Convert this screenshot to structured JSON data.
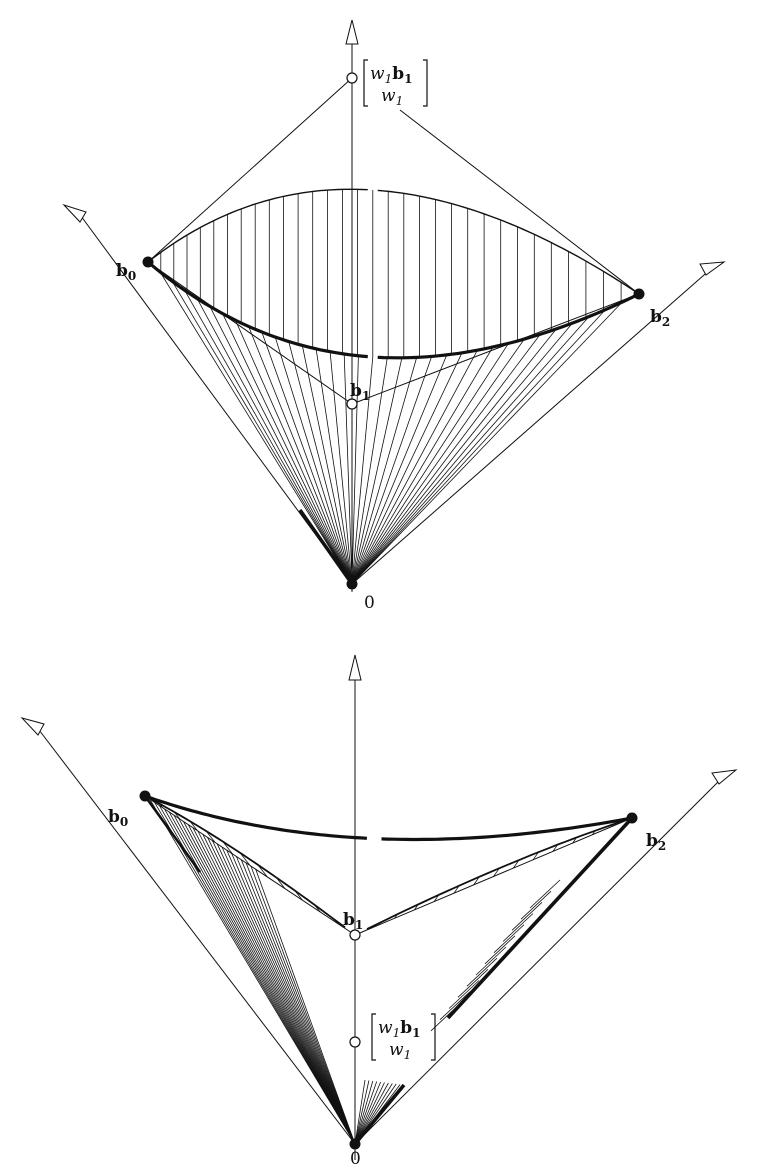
{
  "figure_top": {
    "labels": {
      "b0": {
        "base": "b",
        "sub": "0"
      },
      "b1": {
        "base": "b",
        "sub": "1"
      },
      "b2": {
        "base": "b",
        "sub": "2"
      },
      "origin": "0",
      "vec_top_w": "w",
      "vec_top_wsub": "1",
      "vec_top_b": "b",
      "vec_top_bsub": "1",
      "vec_bot_w": "w",
      "vec_bot_wsub": "1"
    }
  },
  "figure_bottom": {
    "labels": {
      "b0": {
        "base": "b",
        "sub": "0"
      },
      "b1": {
        "base": "b",
        "sub": "1"
      },
      "b2": {
        "base": "b",
        "sub": "2"
      },
      "origin": "0",
      "vec_top_w": "w",
      "vec_top_wsub": "1",
      "vec_top_b": "b",
      "vec_top_bsub": "1",
      "vec_bot_w": "w",
      "vec_bot_wsub": "1"
    }
  },
  "colors": {
    "ink": "#111111",
    "paper": "#ffffff"
  }
}
